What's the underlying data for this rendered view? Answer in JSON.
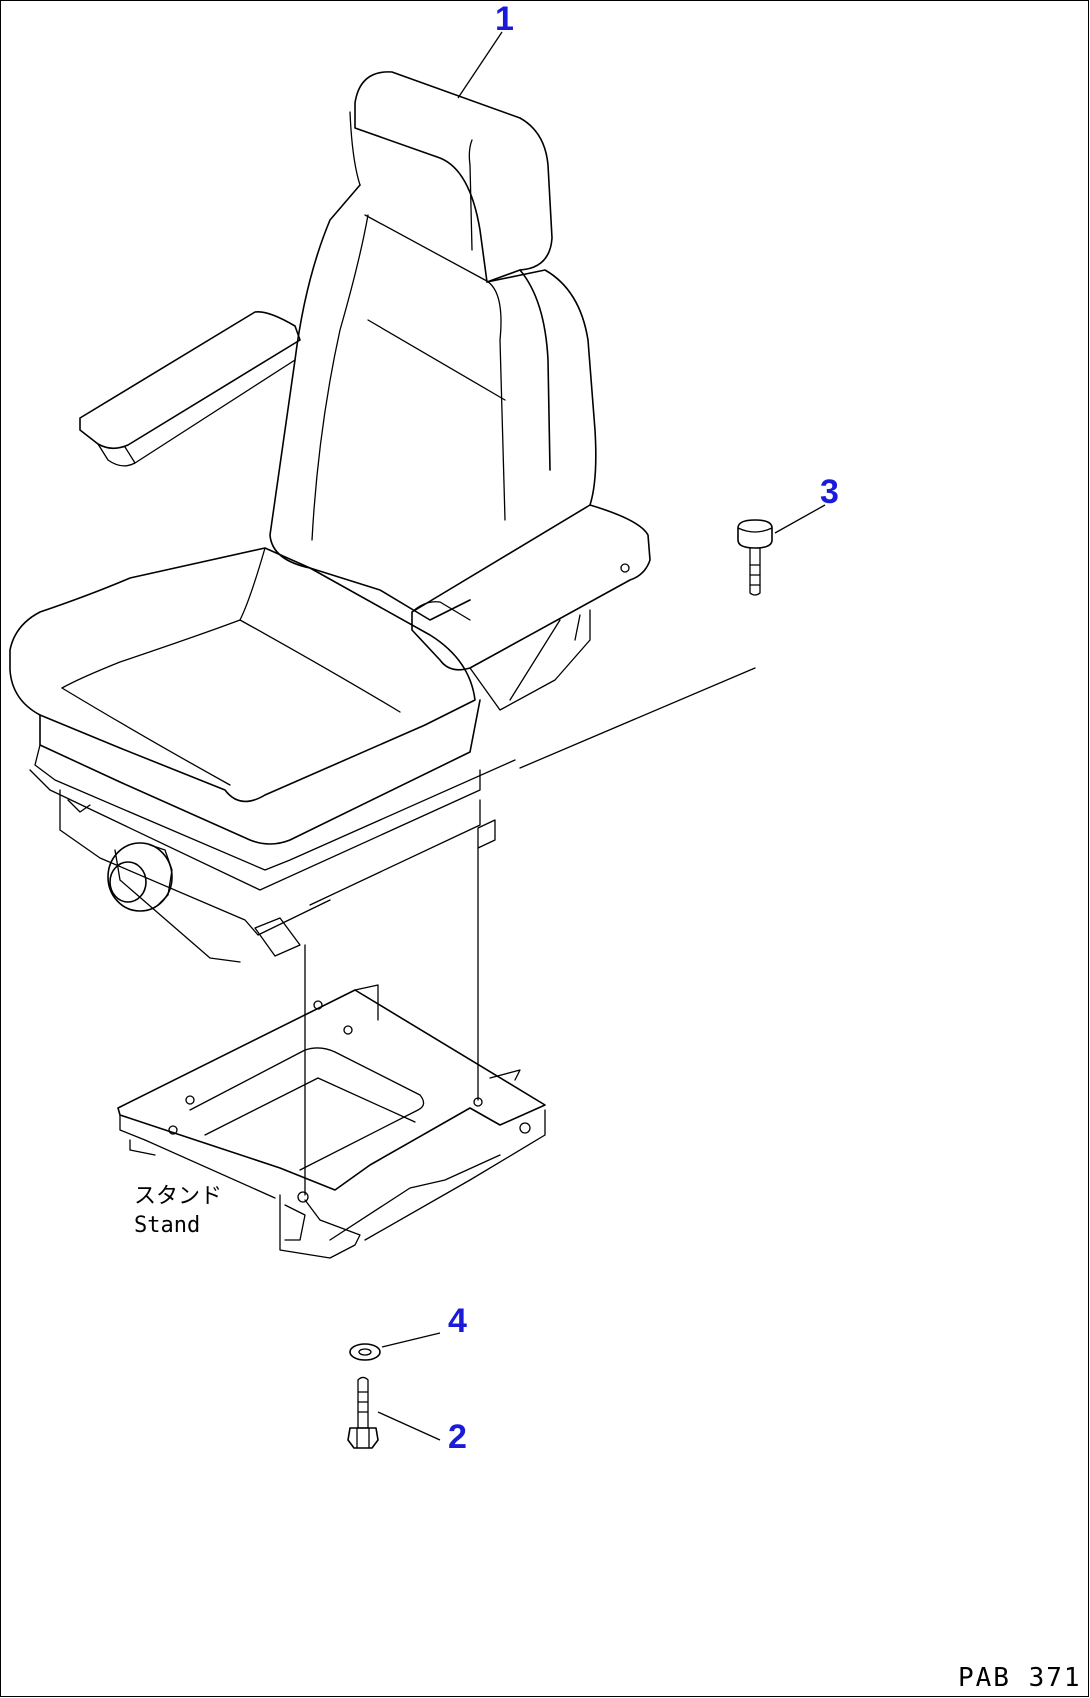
{
  "callouts": {
    "seat": "1",
    "bolt_bottom": "2",
    "bolt_top": "3",
    "washer": "4"
  },
  "labels": {
    "stand_jp": "スタンド",
    "stand_en": "Stand"
  },
  "drawing_code": "PAB 371",
  "colors": {
    "callout": "#1a1adb",
    "line": "#000000",
    "background": "#ffffff"
  }
}
